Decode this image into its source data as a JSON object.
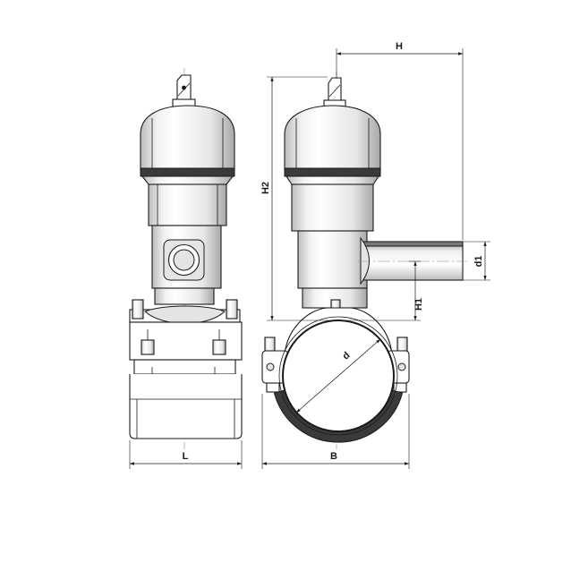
{
  "labels": {
    "H": "H",
    "H2": "H2",
    "H1": "H1",
    "d1": "d1",
    "d": "d",
    "L": "L",
    "B": "B"
  },
  "colors": {
    "line": "#1a1a1a",
    "shade": "#7a7a7a",
    "band": "#3a3a3a",
    "light": "#e4e4e4",
    "background": "#ffffff"
  }
}
